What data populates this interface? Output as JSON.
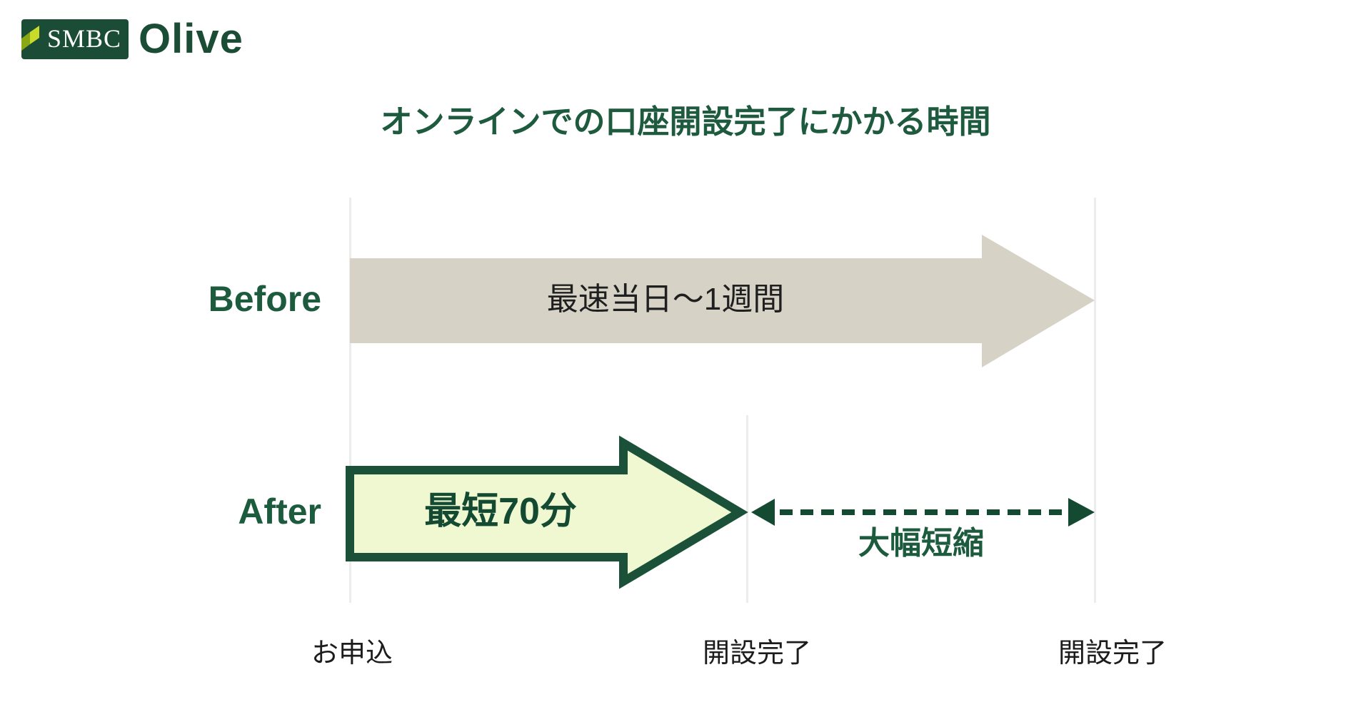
{
  "brand": {
    "smbc": "SMBC",
    "product": "Olive"
  },
  "title": "オンラインでの口座開設完了にかかる時間",
  "diagram": {
    "rows": [
      {
        "label": "Before",
        "bar_text": "最速当日〜1週間",
        "bar_style": "solid-gray-arrow"
      },
      {
        "label": "After",
        "bar_text": "最短70分",
        "bar_style": "outlined-green-arrow",
        "annotation": "大幅短縮"
      }
    ],
    "axis_labels": {
      "start": "お申込",
      "mid": "開設完了",
      "end": "開設完了"
    }
  },
  "chart_data": {
    "type": "timeline-comparison-diagram",
    "title": "オンラインでの口座開設完了にかかる時間",
    "categories": [
      "お申込",
      "開設完了",
      "開設完了"
    ],
    "series": [
      {
        "name": "Before",
        "duration_label": "最速当日〜1週間",
        "span": "full-width"
      },
      {
        "name": "After",
        "duration_label": "最短70分",
        "span": "to-first-milestone",
        "reduction_label": "大幅短縮"
      }
    ],
    "legend_position": "none",
    "grid": "vertical-milestone-lines"
  },
  "colors": {
    "brand_green": "#1b4d36",
    "title_green": "#1e5a3e",
    "before_arrow_fill": "#d6d2c6",
    "after_arrow_fill": "#f0f8d2",
    "after_arrow_border": "#1a5138",
    "dashed_arrow": "#134a31",
    "gridline": "#ececec",
    "text_black": "#1f1f1f",
    "logo_mark_bright": "#c9da2a",
    "logo_mark_dark": "#8aa813"
  },
  "icons": {
    "rising_mark": "smbc-rising-mark"
  }
}
